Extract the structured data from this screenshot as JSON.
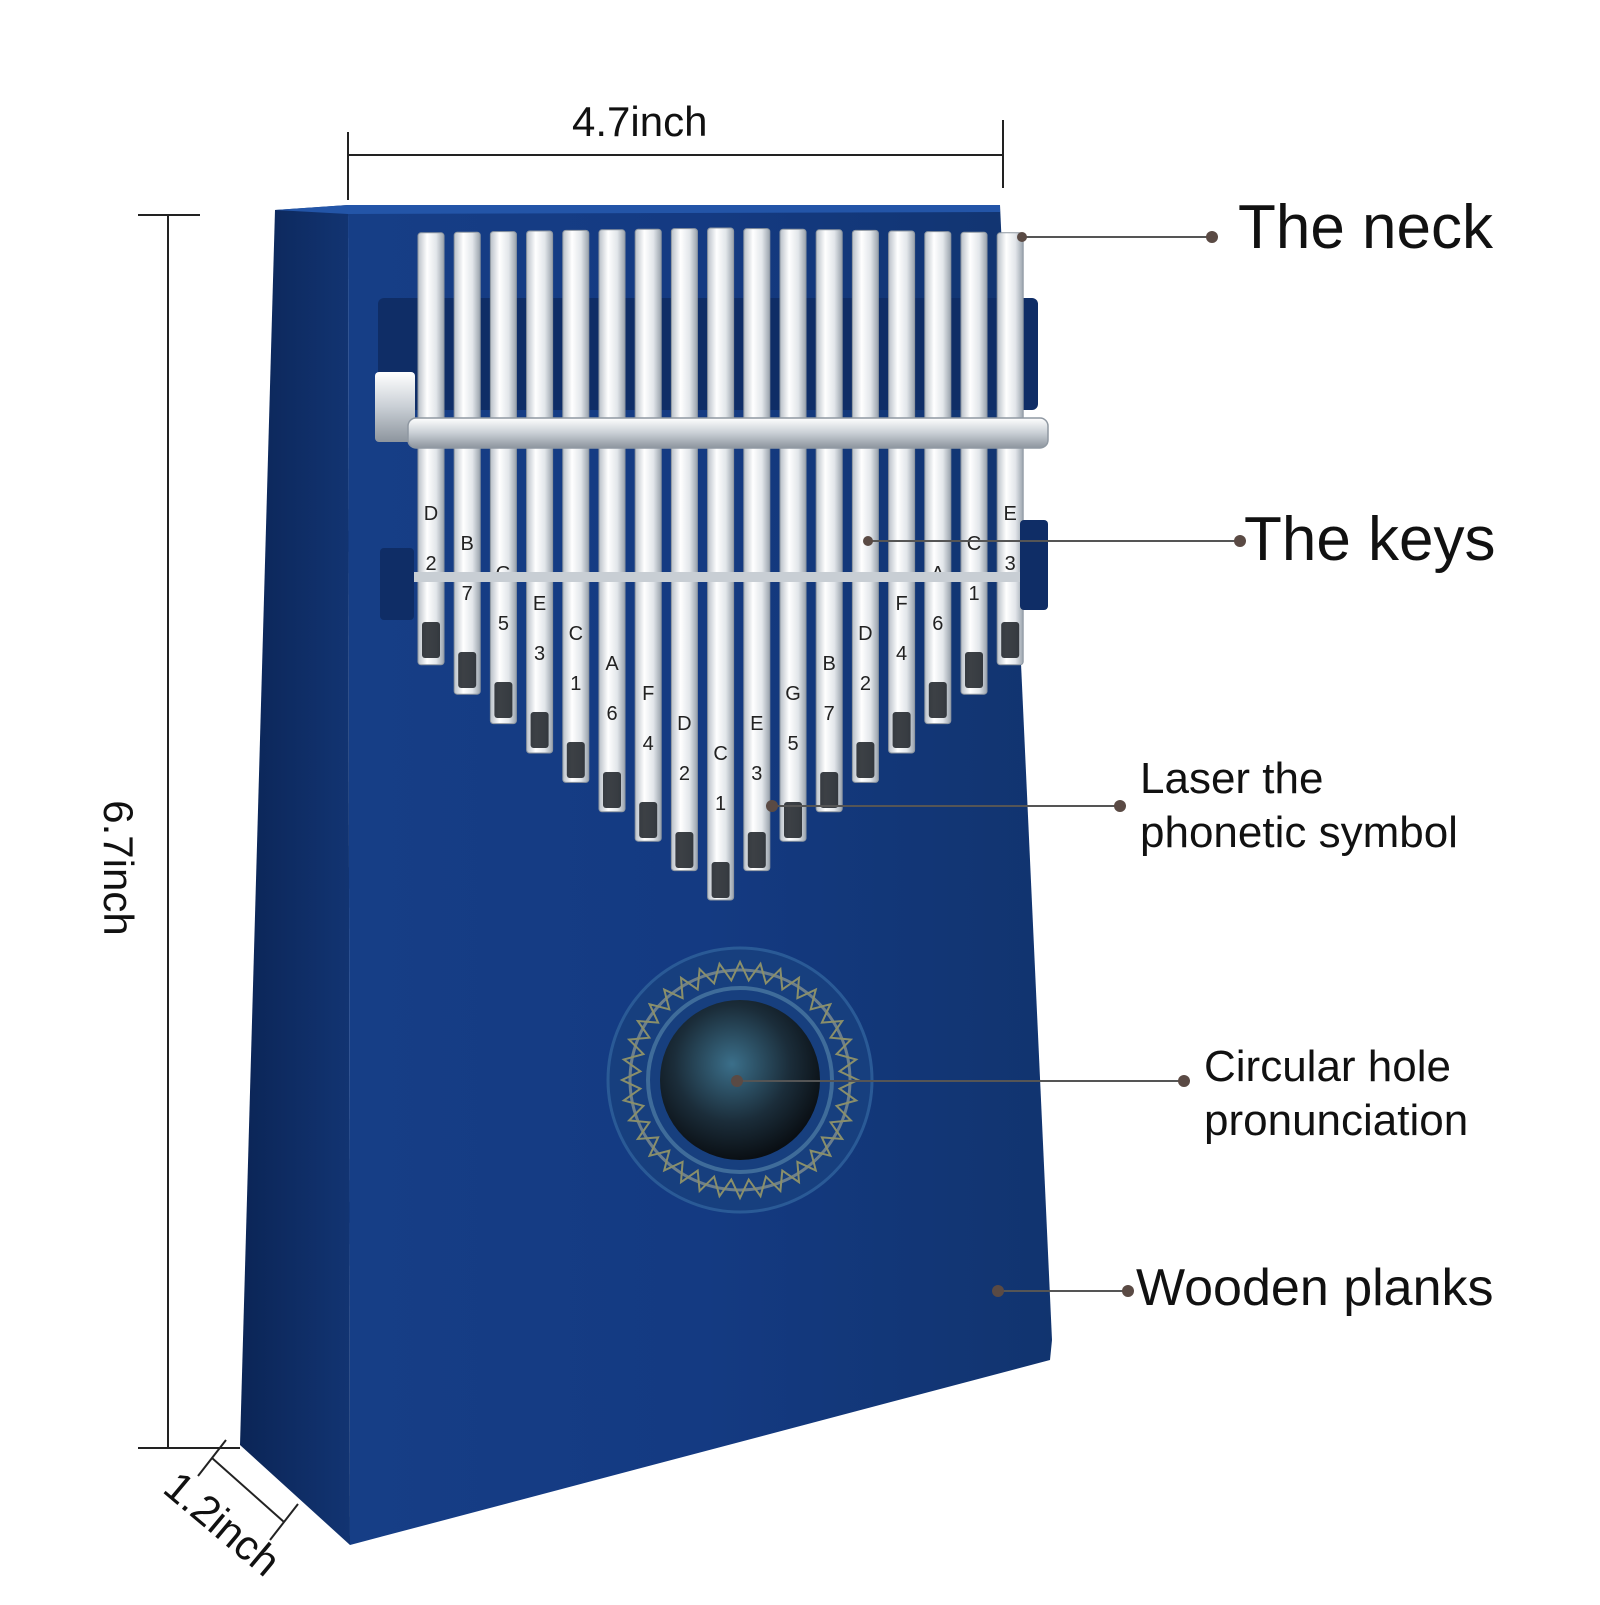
{
  "dimensions": {
    "width_label": "4.7inch",
    "height_label": "6.7inch",
    "depth_label": "1.2inch"
  },
  "callouts": {
    "neck": "The neck",
    "keys": "The keys",
    "laser_line1": "Laser the",
    "laser_line2": "phonetic symbol",
    "hole_line1": "Circular hole",
    "hole_line2": "pronunciation",
    "planks": "Wooden planks"
  },
  "keys": [
    {
      "note": "D",
      "num": "2"
    },
    {
      "note": "B",
      "num": "7"
    },
    {
      "note": "G",
      "num": "5"
    },
    {
      "note": "E",
      "num": "3"
    },
    {
      "note": "C",
      "num": "1"
    },
    {
      "note": "A",
      "num": "6"
    },
    {
      "note": "F",
      "num": "4"
    },
    {
      "note": "D",
      "num": "2"
    },
    {
      "note": "C",
      "num": "1"
    },
    {
      "note": "E",
      "num": "3"
    },
    {
      "note": "G",
      "num": "5"
    },
    {
      "note": "B",
      "num": "7"
    },
    {
      "note": "D",
      "num": "2"
    },
    {
      "note": "F",
      "num": "4"
    },
    {
      "note": "A",
      "num": "6"
    },
    {
      "note": "C",
      "num": "1"
    },
    {
      "note": "E",
      "num": "3"
    }
  ],
  "colors": {
    "body": "#12367a",
    "body_top": "#1d4a9a",
    "body_side": "#0d2a63",
    "tine": "#e8ecf0",
    "dim_line": "#222222",
    "leader": "#555555",
    "dot": "#5a4a44"
  }
}
